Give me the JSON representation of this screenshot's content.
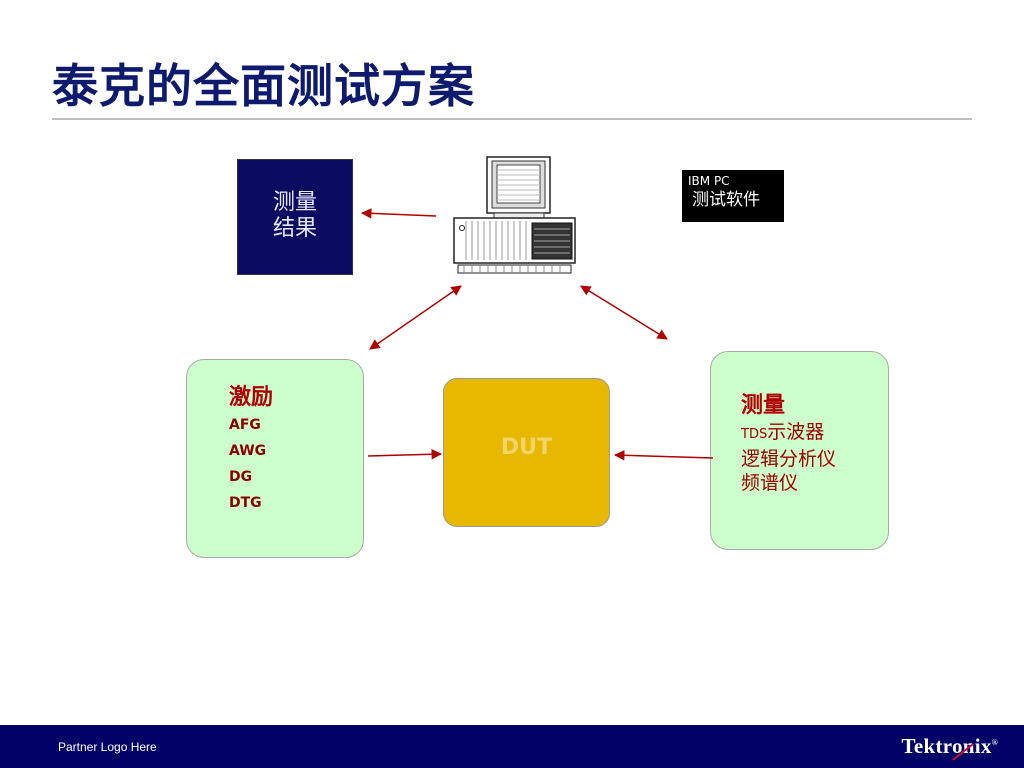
{
  "slide": {
    "title": "泰克的全面测试方案"
  },
  "result_box": {
    "line1": "测量",
    "line2": "结果"
  },
  "pc_label": {
    "line1": "IBM PC",
    "line2": "测试软件"
  },
  "stimulus": {
    "heading": "激励",
    "items": [
      "AFG",
      "AWG",
      "DG",
      "DTG"
    ]
  },
  "dut": {
    "label": "DUT"
  },
  "measurement": {
    "heading": "测量",
    "prefix": "TDS",
    "line1_rest": "示波器",
    "line2": "逻辑分析仪",
    "line3": "频谱仪"
  },
  "footer": {
    "partner": "Partner Logo Here",
    "brand": "Tektronix",
    "brand_mark": "®"
  },
  "colors": {
    "title": "#0d1a6e",
    "result_box": "#0b0b62",
    "panel": "#ccffcc",
    "dut": "#e8b800",
    "arrow": "#b00000",
    "footer": "#000066"
  },
  "icons": {
    "computer": "desktop-computer-icon"
  }
}
